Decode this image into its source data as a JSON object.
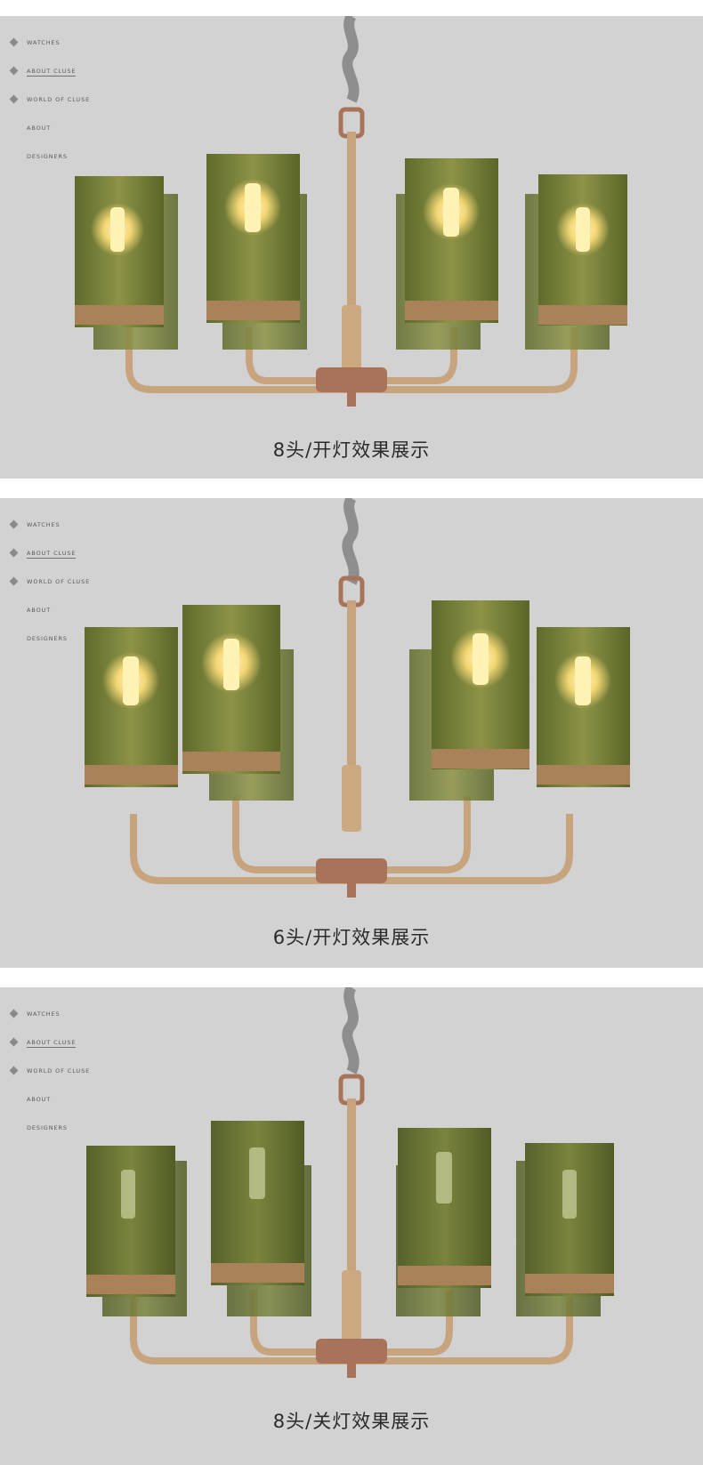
{
  "menu": {
    "items": [
      {
        "label": "WATCHES",
        "icon": "diamond-bullet-icon"
      },
      {
        "label": "ABOUT CLUSE",
        "icon": "diamond-bullet-icon"
      },
      {
        "label": "WORLD OF CLUSE",
        "icon": "diamond-bullet-icon"
      },
      {
        "label": "ABOUT"
      },
      {
        "label": "DESIGNERS"
      }
    ]
  },
  "panels": [
    {
      "caption": "8头/开灯效果展示",
      "lights": "on"
    },
    {
      "caption": "6头/开灯效果展示",
      "lights": "on"
    },
    {
      "caption": "8头/关灯效果展示",
      "lights": "off"
    }
  ],
  "colors": {
    "background": "#d2d2d2",
    "glass": "#6f7a3a",
    "brass": "#c8a47e",
    "copper": "#a9725a",
    "bulb": "#ffe9a0"
  }
}
